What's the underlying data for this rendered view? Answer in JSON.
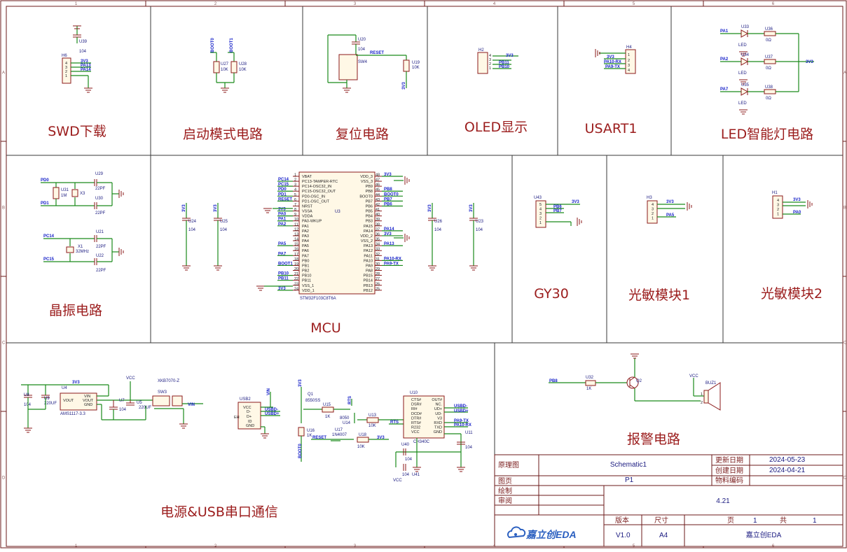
{
  "sections": {
    "swd": "SWD下载",
    "boot": "启动模式电路",
    "reset": "复位电路",
    "oled": "OLED显示",
    "usart": "USART1",
    "led": "LED智能灯电路",
    "crystal": "晶振电路",
    "mcu": "MCU",
    "gy30": "GY30",
    "light1": "光敏模块1",
    "light2": "光敏模块2",
    "power": "电源&USB串口通信",
    "alarm": "报警电路"
  },
  "border": {
    "cols": [
      "1",
      "2",
      "3",
      "4",
      "5",
      "6"
    ],
    "rows": [
      "A",
      "B",
      "C",
      "D"
    ]
  },
  "title_block": {
    "schematic_label": "原理图",
    "schematic_value": "Schematic1",
    "update_label": "更新日期",
    "update_value": "2024-05-23",
    "create_label": "创建日期",
    "create_value": "2024-04-21",
    "page_label": "图页",
    "page_value": "P1",
    "material_label": "物料编码",
    "draw_label": "绘制",
    "review_label": "审阅",
    "code_value": "4.21",
    "version_label": "版本",
    "version_value": "V1.0",
    "size_label": "尺寸",
    "size_value": "A4",
    "page_word": "页",
    "page_num": "1",
    "total_word": "共",
    "total_num": "1",
    "logo_text": "嘉立创EDA",
    "company": "嘉立创EDA"
  },
  "swd": {
    "cap": "U39",
    "cap_val": "104",
    "header": "H6",
    "pins": [
      "4",
      "3",
      "2",
      "1"
    ],
    "nets": [
      "3V3",
      "PA13",
      "PA14"
    ]
  },
  "boot": {
    "nets": [
      "BOOT0",
      "BOOT1"
    ],
    "res": [
      "U27",
      "U28"
    ],
    "val": "10K"
  },
  "reset": {
    "cap": "U20",
    "cap_val": "104",
    "sw": "SW4",
    "net": "RESET",
    "res": "U19",
    "res_val": "10K",
    "vcc": "3V3"
  },
  "oled": {
    "header": "H2",
    "pins": [
      "4",
      "3",
      "2",
      "1"
    ],
    "nets": [
      "3V3",
      "PB11",
      "PB10"
    ]
  },
  "usart": {
    "header": "H4",
    "pins": [
      "1",
      "2",
      "3",
      "4"
    ],
    "nets": [
      "3V3",
      "PA10-RX",
      "PA9-TX"
    ]
  },
  "led": {
    "rows": [
      {
        "net": "PA1",
        "led": "U33",
        "res": "U36"
      },
      {
        "net": "PA2",
        "led": "U34",
        "res": "U37"
      },
      {
        "net": "PA7",
        "led": "U35",
        "res": "U38"
      }
    ],
    "led_label": "LED",
    "res_val": "0Ω",
    "vcc": "3V3"
  },
  "crystal": {
    "low": {
      "net_a": "PD0",
      "net_b": "PD1",
      "res": "U31",
      "res_val": "1M",
      "xtal": "X3",
      "cap_a": "U29",
      "cap_b": "U30",
      "cap_val": "22PF"
    },
    "high": {
      "net_a": "PC14",
      "net_b": "PC15",
      "xtal": "X1",
      "xtal_val": "32MHz",
      "cap_a": "U21",
      "cap_b": "U22",
      "cap_val": "22PF"
    }
  },
  "mcu": {
    "ref": "U3",
    "part": "STM32F103C8T6A",
    "left_pins": [
      "VBAT",
      "PC13-TAMPER-RTC",
      "PC14-OSC32_IN",
      "PC15-OSC32_OUT",
      "PD0-OSC_IN",
      "PD1-OSC_OUT",
      "NRST",
      "VSSA",
      "VDDA",
      "PA0-WKUP",
      "PA1",
      "PA2",
      "PA3",
      "PA4",
      "PA5",
      "PA6",
      "PA7",
      "PB0",
      "PB1",
      "PB2",
      "PB10",
      "PB11",
      "VSS_1",
      "VDD_1"
    ],
    "left_nums": [
      "1",
      "2",
      "3",
      "4",
      "5",
      "6",
      "7",
      "8",
      "9",
      "10",
      "11",
      "12",
      "13",
      "14",
      "15",
      "16",
      "17",
      "18",
      "19",
      "20",
      "21",
      "22",
      "23",
      "24"
    ],
    "left_nets": [
      "",
      "PC14",
      "PC15",
      "PD0",
      "PD1",
      "RESET",
      "",
      "3V3",
      "PA0",
      "PA1",
      "PA2",
      "",
      "",
      "",
      "PA5",
      "",
      "PA7",
      "",
      "BOOT1",
      "",
      "PB10",
      "PB11",
      "",
      "3V3"
    ],
    "right_pins": [
      "VDD_3",
      "VSS_3",
      "PB9",
      "PB8",
      "BOOT0",
      "PB7",
      "PB6",
      "PB5",
      "PB4",
      "PB3",
      "PA15",
      "PA14",
      "VDD_2",
      "VSS_2",
      "PA13",
      "PA12",
      "PA11",
      "PA10",
      "PA9",
      "PA8",
      "PB15",
      "PB14",
      "PB13",
      "PB12"
    ],
    "right_nums": [
      "48",
      "47",
      "46",
      "45",
      "44",
      "43",
      "42",
      "41",
      "40",
      "39",
      "38",
      "37",
      "36",
      "35",
      "34",
      "33",
      "32",
      "31",
      "30",
      "29",
      "28",
      "27",
      "26",
      "25"
    ],
    "right_nets": [
      "3V3",
      "",
      "",
      "PB8",
      "BOOT0",
      "PB7",
      "PB6",
      "",
      "",
      "",
      "",
      "PA14",
      "3V3",
      "",
      "PA13",
      "",
      "",
      "PA10-RX",
      "PA9-TX",
      "",
      "",
      "",
      "",
      ""
    ],
    "decap": [
      {
        "ref": "U24",
        "val": "104",
        "net": "3V3"
      },
      {
        "ref": "U25",
        "val": "104",
        "net": "3V3"
      },
      {
        "ref": "U26",
        "val": "104",
        "net": "3V3"
      },
      {
        "ref": "U23",
        "val": "104",
        "net": "3V3"
      }
    ]
  },
  "gy30": {
    "header": "U43",
    "pins": [
      "5",
      "4",
      "3",
      "2",
      "1"
    ],
    "nets": [
      "3V3",
      "PB6",
      "PB7"
    ]
  },
  "light1": {
    "header": "H3",
    "pins": [
      "4",
      "3",
      "2",
      "1"
    ],
    "nets": [
      "3V3",
      "PA5"
    ]
  },
  "light2": {
    "header": "H1",
    "pins": [
      "4",
      "3",
      "2",
      "1"
    ],
    "nets": [
      "3V3",
      "PA0"
    ]
  },
  "power": {
    "c8": "U8",
    "c9": "U9",
    "c9_val": "220UF",
    "c_val": "104",
    "reg_ref": "U4",
    "reg_part": "AMS1117-3.3",
    "reg_pins": [
      "VOUT",
      "VIN",
      "VOUT",
      "GND"
    ],
    "out_net": "3V3",
    "vcc": "VCC",
    "c7": "U7",
    "c5": "U5",
    "c5_val": "220UF",
    "switch_ref": "SW3",
    "switch_part": "XKB7070-Z",
    "vin": "VIN",
    "usb_ref": "USB2",
    "usb_pins": [
      "VCC",
      "D-",
      "D+",
      "ID",
      "GND"
    ],
    "usb_nets": [
      "USBD-",
      "USBD+"
    ],
    "usb_eh": "EH",
    "q1": "Q1",
    "q1_part": "8550SS",
    "r15": "U15",
    "r15_val": "1K",
    "q2": "8050",
    "q2_ref": "U14",
    "r16": "U16",
    "r16_val": "1K",
    "d17": "U17",
    "d17_part": "1N4007",
    "r18": "U18",
    "r18_val": "10K",
    "r13": "U13",
    "r13_val": "10K",
    "boot0": "BOOT0",
    "rts": "RTS",
    "reset": "RESET",
    "v3": "3V3",
    "ch_ref": "U10",
    "ch_part": "CH340C",
    "ch_left": [
      "CTS#",
      "DSR#",
      "RI#",
      "DCD#",
      "DTR#",
      "RTS#",
      "R232",
      "VCC"
    ],
    "ch_right": [
      "OUT#",
      "NC.",
      "UD+",
      "UD-",
      "V3",
      "RXD",
      "TXD",
      "GND"
    ],
    "ch_nets": [
      "USBD-",
      "USBD+",
      "PA9-TX",
      "PA10-RX"
    ],
    "c40": "U40",
    "c41": "U41",
    "c11": "U11",
    "cap_val": "104"
  },
  "alarm": {
    "net": "PB8",
    "res": "U32",
    "res_val": "1K",
    "q": "Q2",
    "vcc": "VCC",
    "buzzer": "BUZ1"
  }
}
